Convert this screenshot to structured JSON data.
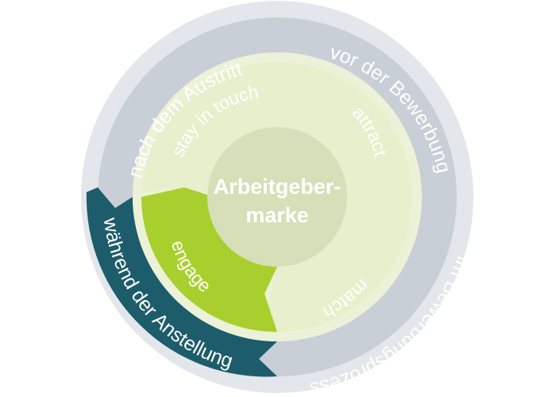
{
  "center": {
    "line1": "Arbeitgeber-",
    "line2": "marke",
    "fill": "#d6dfb8"
  },
  "outer_segments": [
    {
      "label": "nach dem Austritt",
      "fill": "#c9cfd6",
      "active": false
    },
    {
      "label": "vor der Bewerbung",
      "fill": "#c9cfd6",
      "active": false
    },
    {
      "label": "im Bewerbungsprozess",
      "fill": "#c9cfd6",
      "active": false
    },
    {
      "label": "während der Anstellung",
      "fill": "#1d5c6b",
      "active": true
    }
  ],
  "inner_segments": [
    {
      "label": "stay in touch",
      "fill": "#e7efcc",
      "active": false
    },
    {
      "label": "attract",
      "fill": "#e7efcc",
      "active": false
    },
    {
      "label": "match",
      "fill": "#e7efcc",
      "active": false
    },
    {
      "label": "engage",
      "fill": "#a9cf2e",
      "active": true
    }
  ],
  "colors": {
    "outer_rim": "#e3e7eb",
    "inner_rim": "#ecf2d8"
  }
}
